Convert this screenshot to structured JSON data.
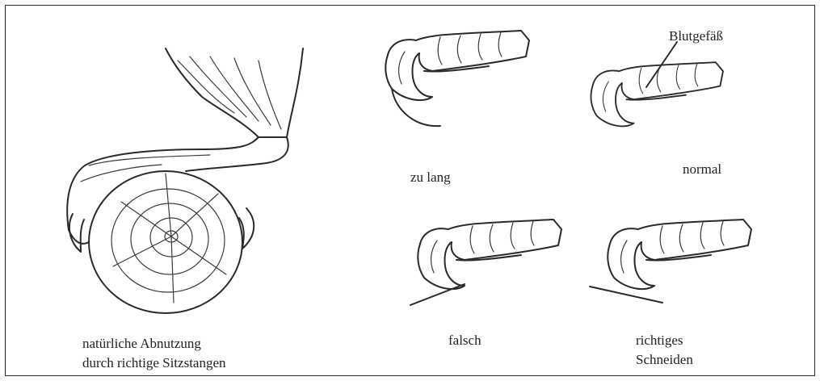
{
  "labels": {
    "perch": [
      "natürliche Abnutzung",
      "durch richtige Sitzstangen"
    ],
    "too_long": "zu lang",
    "normal": "normal",
    "blood_vessel": "Blutgefäß",
    "wrong": "falsch",
    "correct": [
      "richtiges",
      "Schneiden"
    ]
  }
}
